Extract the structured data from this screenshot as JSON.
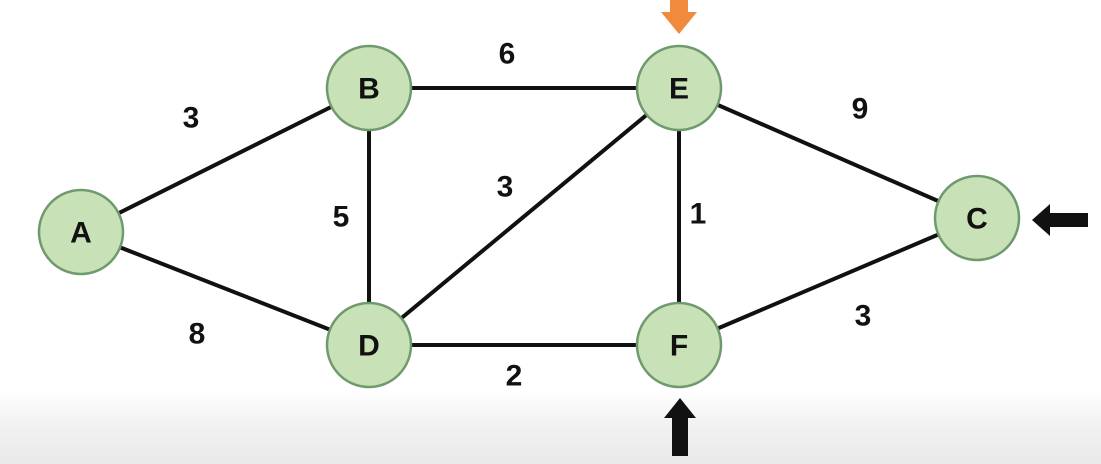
{
  "graph": {
    "nodes": [
      {
        "id": "A",
        "label": "A"
      },
      {
        "id": "B",
        "label": "B"
      },
      {
        "id": "D",
        "label": "D"
      },
      {
        "id": "E",
        "label": "E"
      },
      {
        "id": "F",
        "label": "F"
      },
      {
        "id": "C",
        "label": "C"
      }
    ],
    "edges": [
      {
        "from": "A",
        "to": "B",
        "weight": "3"
      },
      {
        "from": "A",
        "to": "D",
        "weight": "8"
      },
      {
        "from": "B",
        "to": "D",
        "weight": "5"
      },
      {
        "from": "B",
        "to": "E",
        "weight": "6"
      },
      {
        "from": "D",
        "to": "E",
        "weight": "3"
      },
      {
        "from": "D",
        "to": "F",
        "weight": "2"
      },
      {
        "from": "E",
        "to": "F",
        "weight": "1"
      },
      {
        "from": "E",
        "to": "C",
        "weight": "9"
      },
      {
        "from": "F",
        "to": "C",
        "weight": "3"
      }
    ]
  },
  "markers": [
    {
      "name": "orange-arrow-to-e",
      "color": "#f08a3c",
      "points_to": "E"
    },
    {
      "name": "black-arrow-to-c",
      "color": "#111111",
      "points_to": "C"
    },
    {
      "name": "black-arrow-to-f",
      "color": "#111111",
      "points_to": "F"
    }
  ],
  "colors": {
    "node_fill": "#c9e1b6",
    "node_stroke": "#6e9a6e",
    "edge": "#111111"
  }
}
